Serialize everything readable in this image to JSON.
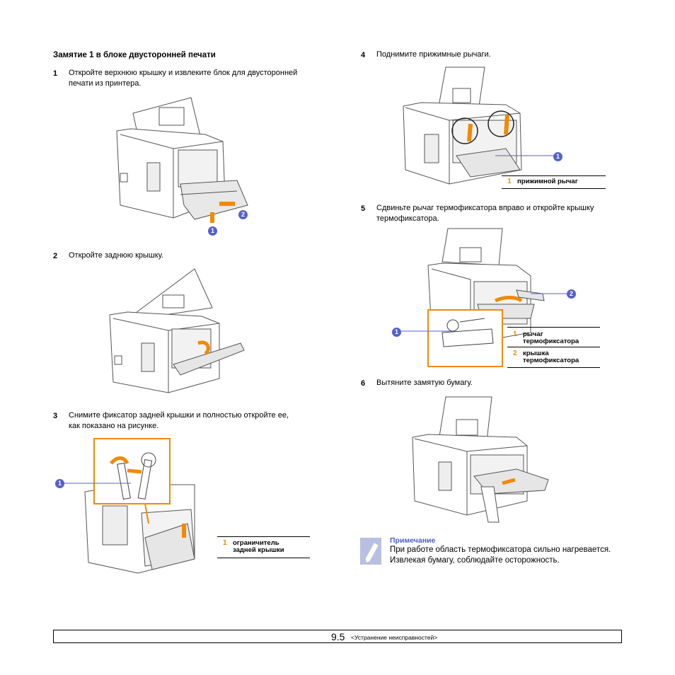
{
  "left_column": {
    "heading": "Замятие 1 в блоке двусторонней печати",
    "steps": [
      {
        "num": "1",
        "text_line1": "Откройте верхнюю крышку и извлеките блок для двусторонней",
        "text_line2": "печати из принтера."
      },
      {
        "num": "2",
        "text_line1": "Откройте заднюю крышку."
      },
      {
        "num": "3",
        "text_line1": "Снимите фиксатор задней крышки и полностью откройте ее,",
        "text_line2": "как показано на рисунке."
      }
    ],
    "fig1_callouts": [
      "1",
      "2"
    ],
    "fig3_callout": "1",
    "fig3_legend": [
      {
        "num": "1",
        "label_line1": "ограничитель",
        "label_line2": "задней крышки"
      }
    ]
  },
  "right_column": {
    "steps": [
      {
        "num": "4",
        "text_line1": "Поднимите прижимные рычаги."
      },
      {
        "num": "5",
        "text_line1": "Сдвиньте рычаг термофиксатора вправо и откройте крышку",
        "text_line2": "термофиксатора."
      },
      {
        "num": "6",
        "text_line1": "Вытяните замятую бумагу."
      }
    ],
    "fig4_callout": "1",
    "fig4_legend": [
      {
        "num": "1",
        "label": "прижимной рычаг"
      }
    ],
    "fig5_callouts": [
      "1",
      "2"
    ],
    "fig5_legend": [
      {
        "num": "1",
        "label_line1": "рычаг",
        "label_line2": "термофиксатора"
      },
      {
        "num": "2",
        "label_line1": "крышка",
        "label_line2": "термофиксатора"
      }
    ],
    "note": {
      "title": "Примечание",
      "line1": "При работе область термофиксатора сильно нагревается.",
      "line2": "Извлекая бумагу, соблюдайте осторожность.",
      "icon": "note-pencil-icon"
    }
  },
  "footer": {
    "page_number": "9.5",
    "chapter": "<Устранение неисправностей>"
  },
  "colors": {
    "callout": "#5561c9",
    "accent": "#f08a00",
    "note_title": "#4a5ec9"
  }
}
